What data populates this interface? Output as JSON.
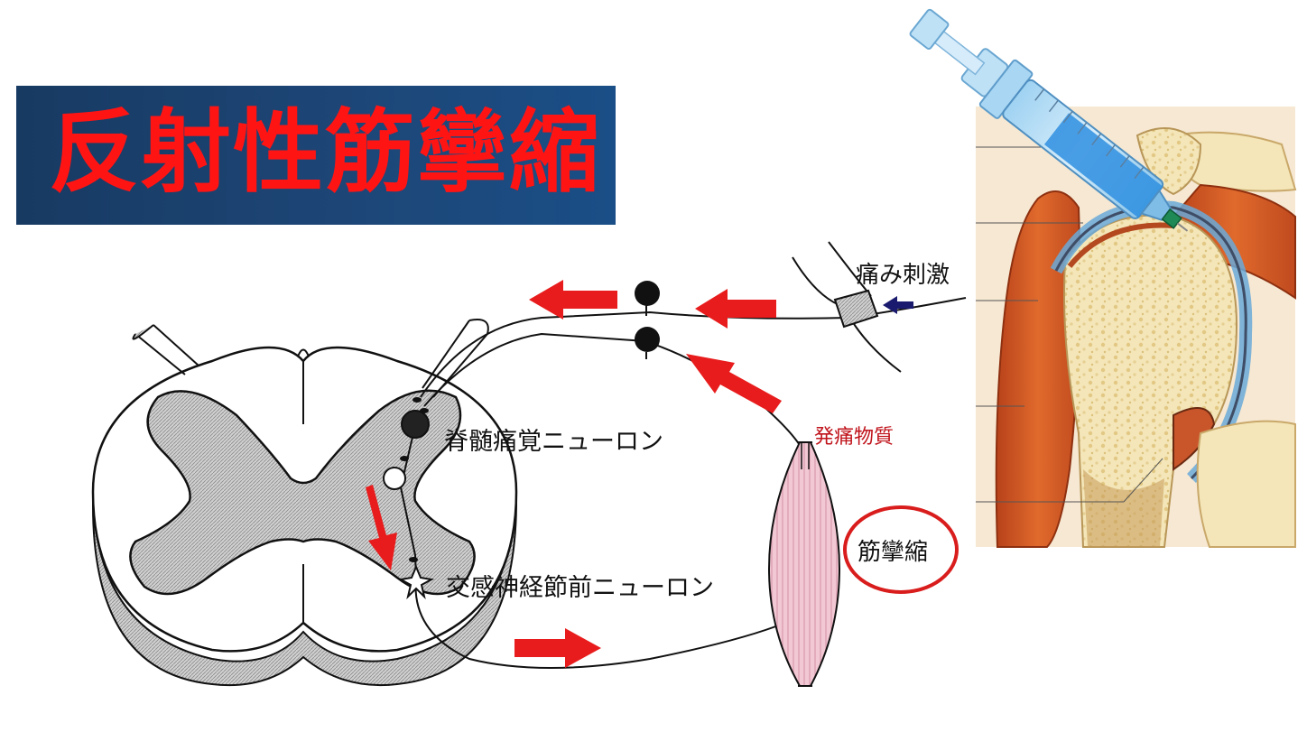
{
  "title": "反射性筋攣縮",
  "labels": {
    "pain_stimulus": "痛み刺激",
    "spinal_pain_neuron": "脊髄痛覚ニューロン",
    "pain_substance": "発痛物質",
    "muscle_spasm": "筋攣縮",
    "sympathetic_neuron": "交感神経節前ニューロン"
  },
  "colors": {
    "title_text": "#ff1414",
    "banner": "#1b4372",
    "arrow": "#e81c1c",
    "stimulus_arrow": "#1a1a6e",
    "pain_substance_text": "#c0141c",
    "highlight_circle": "#d91c1c",
    "muscle": "#f2c8d4",
    "shoulder_muscle": "#d9541e",
    "bone": "#f4e6b8",
    "syringe": "#5aa6dc"
  },
  "icons": [
    "syringe-icon",
    "shoulder-joint-illustration",
    "spinal-cord-illustration",
    "muscle-illustration"
  ]
}
